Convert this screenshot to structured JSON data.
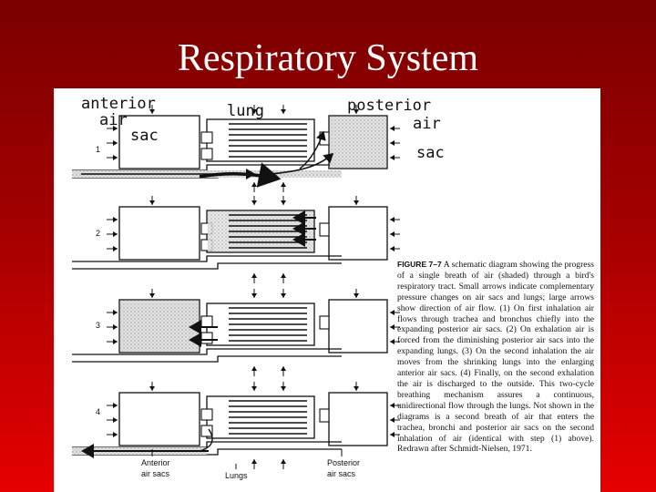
{
  "slide": {
    "title": "Respiratory System"
  },
  "figure": {
    "handwritten": {
      "anterior_1": "anterior",
      "anterior_2": "air",
      "anterior_3": "sac",
      "lung": "lung",
      "posterior_1": "posterior",
      "posterior_2": "air",
      "posterior_3": "sac"
    },
    "step_numbers": [
      "1",
      "2",
      "3",
      "4"
    ],
    "bottom_labels": {
      "anterior_1": "Anterior",
      "anterior_2": "air sacs",
      "lungs": "Lungs",
      "posterior_1": "Posterior",
      "posterior_2": "air sacs"
    },
    "caption": {
      "figure_label": "FIGURE 7–7",
      "text": "A schematic diagram showing the progress of a single breath of air (shaded) through a bird's respiratory tract. Small arrows indicate complementary pressure changes on air sacs and lungs; large arrows show direction of air flow. (1) On first inhalation air flows through trachea and bronchus chiefly into the expanding posterior air sacs. (2) On exhalation air is forced from the diminishing posterior air sacs into the expanding lungs. (3) On the second inhalation the air moves from the shrinking lungs into the enlarging anterior air sacs. (4) Finally, on the second exhalation the air is discharged to the outside. This two-cycle breathing mechanism assures a continuous, unidirectional flow through the lungs. Not shown in the diagrams is a second breath of air that enters the trachea, bronchi and posterior air sacs on the second inhalation of air (identical with step (1) above). Redrawn after Schmidt-Nielsen, 1971."
    }
  }
}
